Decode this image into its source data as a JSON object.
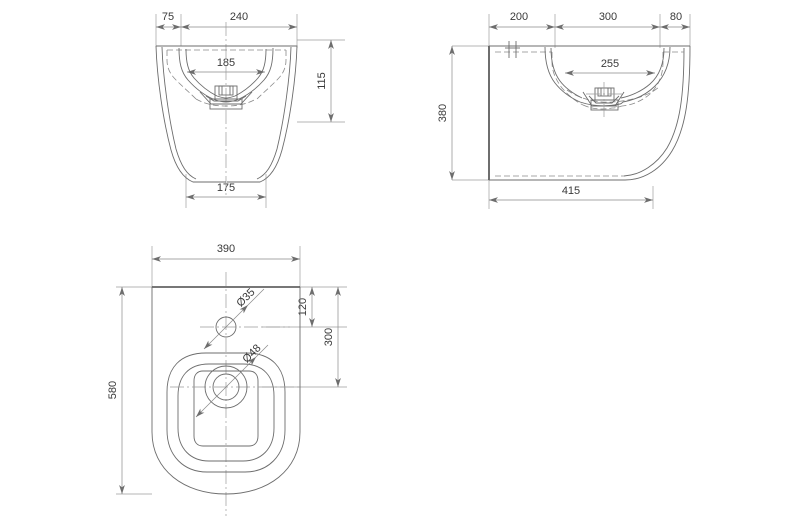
{
  "drawing": {
    "title": "Wall-hung sanitary ware technical drawing",
    "units": "mm",
    "line_colors": {
      "object": "#6d6d6d",
      "object_heavy": "#4a4a4a",
      "hidden": "#8a8a8a",
      "center": "#9a9a9a",
      "dimension": "#8a8a8a",
      "text": "#3a3a3a",
      "background": "#ffffff"
    }
  },
  "views": {
    "front": {
      "name": "front-elevation",
      "dimensions": {
        "left_offset": "75",
        "top_width": "240",
        "bowl_width": "185",
        "bowl_depth": "115",
        "bottom_width": "175"
      }
    },
    "side": {
      "name": "side-section",
      "dimensions": {
        "rear_offset": "200",
        "bowl_length": "300",
        "front_offset": "80",
        "height": "380",
        "total_depth": "415"
      }
    },
    "plan": {
      "name": "plan-view",
      "dimensions": {
        "width": "390",
        "length": "580",
        "hole_to_rear": "120",
        "drain_to_rear": "300",
        "small_hole_dia": "Ø35",
        "drain_dia": "Ø48"
      }
    }
  },
  "labels": {
    "d75": "75",
    "d240": "240",
    "d185": "185",
    "d115": "115",
    "d175": "175",
    "d200": "200",
    "d300_side": "300",
    "d80": "80",
    "d380": "380",
    "d255": "255",
    "d415": "415",
    "d390": "390",
    "d580": "580",
    "d120": "120",
    "d300_plan": "300",
    "dia35": "Ø35",
    "dia48": "Ø48"
  }
}
